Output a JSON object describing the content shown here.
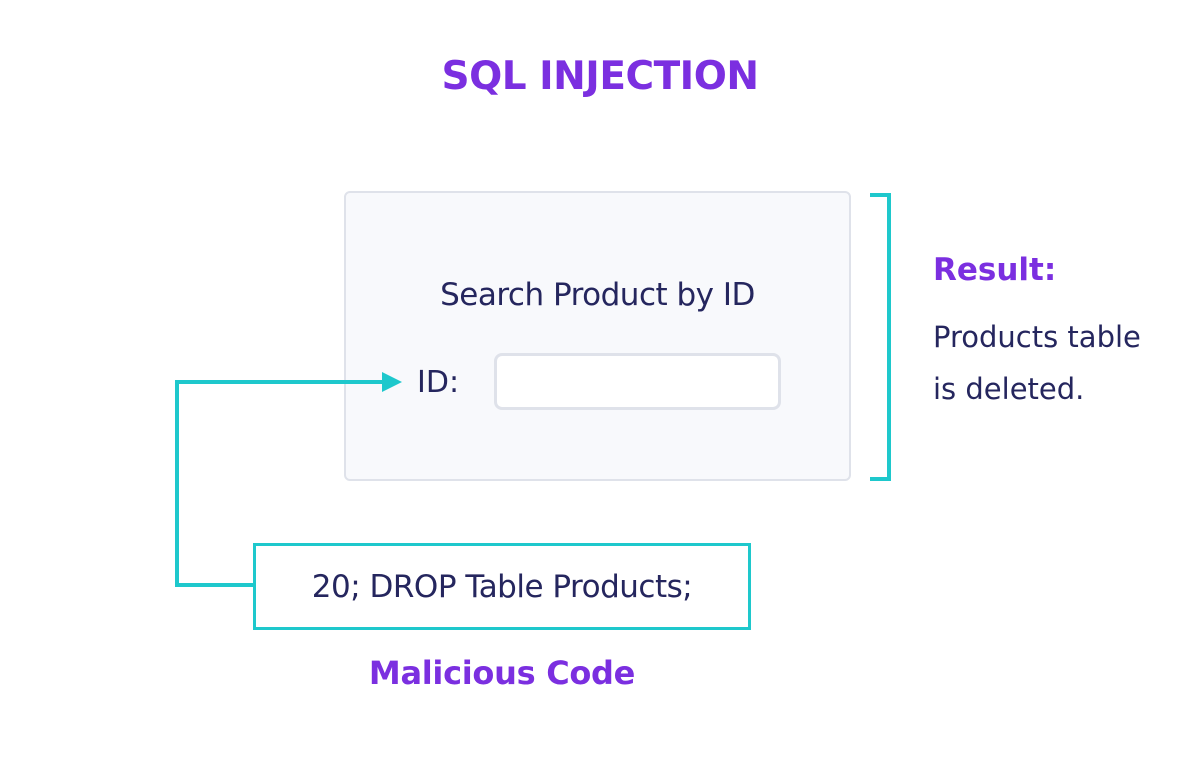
{
  "title": "SQL INJECTION",
  "form": {
    "heading": "Search Product by ID",
    "id_label": "ID:",
    "id_value": ""
  },
  "result": {
    "label": "Result:",
    "line1": "Products table",
    "line2": "is deleted."
  },
  "malicious": {
    "code": "20; DROP Table Products;",
    "caption": "Malicious Code"
  },
  "colors": {
    "accent_purple": "#7b2fe0",
    "teal": "#1ec8cc",
    "text_dark": "#25265e",
    "box_border": "#dfe2ea",
    "box_fill": "#f8f9fc"
  }
}
